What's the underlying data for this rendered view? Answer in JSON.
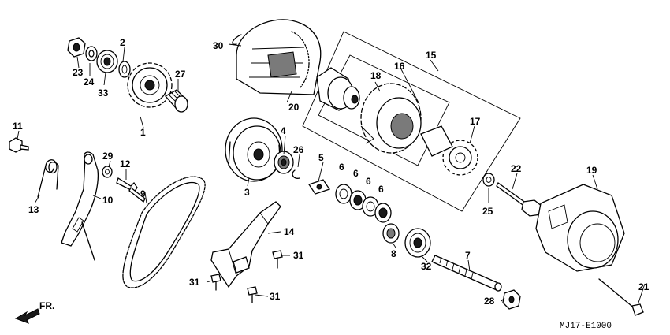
{
  "labels": [
    "1",
    "2",
    "3",
    "4",
    "5",
    "6",
    "6",
    "6",
    "6",
    "7",
    "8",
    "9",
    "10",
    "11",
    "12",
    "13",
    "14",
    "15",
    "16",
    "17",
    "18",
    "19",
    "20",
    "21",
    "22",
    "23",
    "24",
    "25",
    "26",
    "27",
    "28",
    "29",
    "30",
    "31",
    "31",
    "31",
    "32",
    "33"
  ],
  "direction": "FR.",
  "diagram_code": "MJ17-E1000"
}
